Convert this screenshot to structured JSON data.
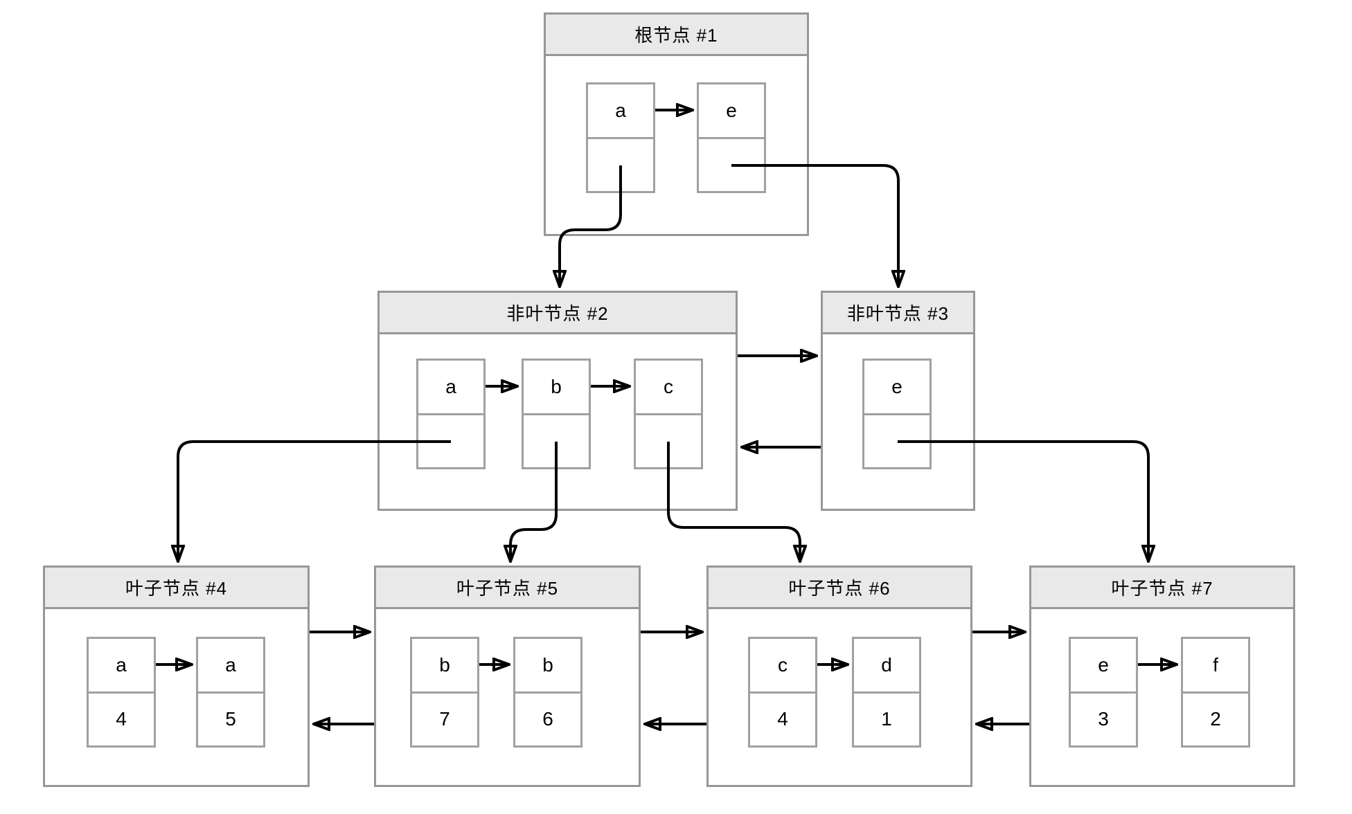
{
  "diagram_type": "bplus-tree",
  "colors": {
    "node_border": "#979797",
    "cell_border": "#a0a0a0",
    "title_background": "#e9e9e9",
    "line": "#000000",
    "background": "#ffffff"
  },
  "nodes": {
    "root1": {
      "title": "根节点 #1",
      "cells": [
        {
          "key": "a"
        },
        {
          "key": "e"
        }
      ]
    },
    "internal2": {
      "title": "非叶节点 #2",
      "cells": [
        {
          "key": "a"
        },
        {
          "key": "b"
        },
        {
          "key": "c"
        }
      ]
    },
    "internal3": {
      "title": "非叶节点 #3",
      "cells": [
        {
          "key": "e"
        }
      ]
    },
    "leaf4": {
      "title": "叶子节点 #4",
      "cells": [
        {
          "key": "a",
          "value": "4"
        },
        {
          "key": "a",
          "value": "5"
        }
      ]
    },
    "leaf5": {
      "title": "叶子节点 #5",
      "cells": [
        {
          "key": "b",
          "value": "7"
        },
        {
          "key": "b",
          "value": "6"
        }
      ]
    },
    "leaf6": {
      "title": "叶子节点 #6",
      "cells": [
        {
          "key": "c",
          "value": "4"
        },
        {
          "key": "d",
          "value": "1"
        }
      ]
    },
    "leaf7": {
      "title": "叶子节点 #7",
      "cells": [
        {
          "key": "e",
          "value": "3"
        },
        {
          "key": "f",
          "value": "2"
        }
      ]
    }
  },
  "edges": [
    {
      "from": "root1.cell.a",
      "to": "root1.cell.e",
      "type": "key-order-arrow"
    },
    {
      "from": "internal2.cell.a",
      "to": "internal2.cell.b",
      "type": "key-order-arrow"
    },
    {
      "from": "internal2.cell.b",
      "to": "internal2.cell.c",
      "type": "key-order-arrow"
    },
    {
      "from": "leaf4.cell.0",
      "to": "leaf4.cell.1",
      "type": "key-order-arrow"
    },
    {
      "from": "leaf5.cell.0",
      "to": "leaf5.cell.1",
      "type": "key-order-arrow"
    },
    {
      "from": "leaf6.cell.0",
      "to": "leaf6.cell.1",
      "type": "key-order-arrow"
    },
    {
      "from": "leaf7.cell.0",
      "to": "leaf7.cell.1",
      "type": "key-order-arrow"
    },
    {
      "from": "root1.ptr.a",
      "to": "internal2",
      "type": "child-pointer"
    },
    {
      "from": "root1.ptr.e",
      "to": "internal3",
      "type": "child-pointer"
    },
    {
      "from": "internal2.ptr.a",
      "to": "leaf4",
      "type": "child-pointer"
    },
    {
      "from": "internal2.ptr.b",
      "to": "leaf5",
      "type": "child-pointer"
    },
    {
      "from": "internal2.ptr.c",
      "to": "leaf6",
      "type": "child-pointer"
    },
    {
      "from": "internal3.ptr.e",
      "to": "leaf7",
      "type": "child-pointer"
    },
    {
      "from": "internal2",
      "to": "internal3",
      "type": "next-sibling"
    },
    {
      "from": "internal3",
      "to": "internal2",
      "type": "prev-sibling"
    },
    {
      "from": "leaf4",
      "to": "leaf5",
      "type": "next-sibling"
    },
    {
      "from": "leaf5",
      "to": "leaf4",
      "type": "prev-sibling"
    },
    {
      "from": "leaf5",
      "to": "leaf6",
      "type": "next-sibling"
    },
    {
      "from": "leaf6",
      "to": "leaf5",
      "type": "prev-sibling"
    },
    {
      "from": "leaf6",
      "to": "leaf7",
      "type": "next-sibling"
    },
    {
      "from": "leaf7",
      "to": "leaf6",
      "type": "prev-sibling"
    }
  ]
}
